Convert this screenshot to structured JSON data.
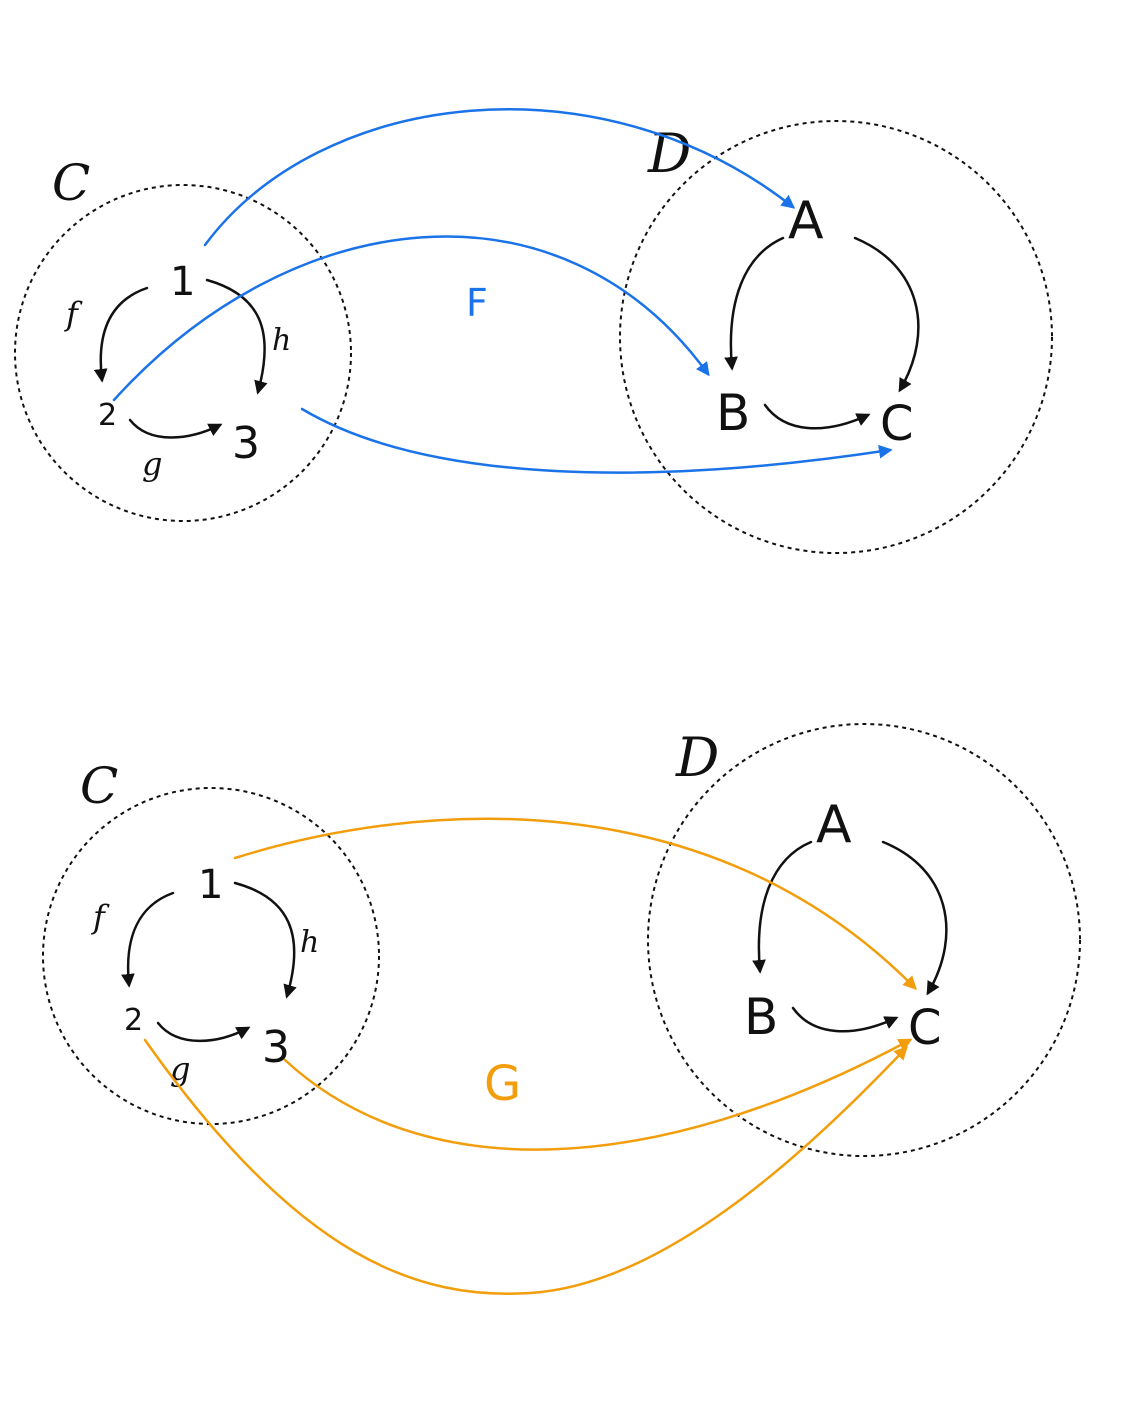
{
  "colors": {
    "ink": "#111111",
    "functor_F": "#1a73e8",
    "functor_G": "#f29e0c"
  },
  "top": {
    "source_category": {
      "name": "C",
      "objects": [
        "1",
        "2",
        "3"
      ],
      "morphisms": [
        "f",
        "g",
        "h"
      ]
    },
    "target_category": {
      "name": "D",
      "objects": [
        "A",
        "B",
        "C"
      ]
    },
    "functor": "F"
  },
  "bottom": {
    "source_category": {
      "name": "C",
      "objects": [
        "1",
        "2",
        "3"
      ],
      "morphisms": [
        "f",
        "g",
        "h"
      ]
    },
    "target_category": {
      "name": "D",
      "objects": [
        "A",
        "B",
        "C"
      ]
    },
    "functor": "G"
  }
}
